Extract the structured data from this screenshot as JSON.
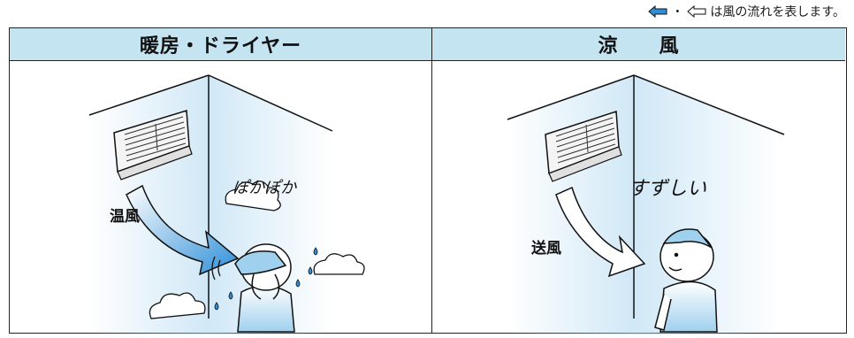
{
  "legend": {
    "text": "は風の流れを表します。",
    "separator": "・"
  },
  "panels": [
    {
      "title": "暖房・ドライヤー",
      "wind_label": "温風",
      "sound_text": "ぽかぽか"
    },
    {
      "title": "涼　　風",
      "wind_label": "送風",
      "sound_text": "すずしい"
    }
  ],
  "colors": {
    "header_bg": "#c4e4f2",
    "wall_tint": "#a9d4ef",
    "arrow_blue": "#2e8fd8"
  }
}
